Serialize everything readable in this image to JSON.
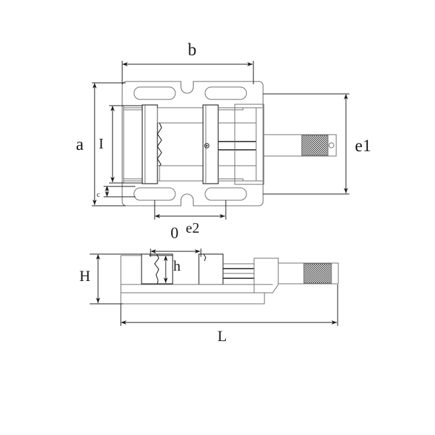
{
  "drawing": {
    "type": "technical-drawing",
    "subject": "machine-vise-drill-press-vice",
    "views": [
      {
        "name": "top-view",
        "description": "Plan view of vise showing base plate with four elongated mounting slots, fixed and movable jaws, lead screw and knurled handle"
      },
      {
        "name": "side-view",
        "description": "Front elevation of vise showing jaw height, body and knurled screw handle"
      }
    ],
    "background_color": "#ffffff",
    "line_color": "#1a1a1a",
    "thin_line_color": "#6e6e6e",
    "hatch_color": "#3a3a3a"
  },
  "dimensions": {
    "b": {
      "label": "b",
      "view": "top-view",
      "meaning": "overall base width",
      "orientation": "horizontal",
      "position": "above-top-view"
    },
    "a": {
      "label": "a",
      "view": "top-view",
      "meaning": "overall base depth",
      "orientation": "vertical",
      "position": "left-of-top-view"
    },
    "I": {
      "label": "I",
      "view": "top-view",
      "meaning": "jaw width",
      "orientation": "vertical",
      "position": "left-inner"
    },
    "c": {
      "label": "c",
      "view": "top-view",
      "meaning": "slot edge offset",
      "orientation": "vertical",
      "position": "left-lower-inner"
    },
    "e1": {
      "label": "e1",
      "view": "top-view",
      "meaning": "slot centre distance across width",
      "orientation": "vertical",
      "position": "right-of-top-view"
    },
    "e2": {
      "label": "e2",
      "view": "top-view",
      "meaning": "slot centre distance along length",
      "orientation": "horizontal",
      "position": "below-top-view"
    },
    "O": {
      "label": "0",
      "view": "side-view",
      "meaning": "maximum jaw opening",
      "orientation": "horizontal",
      "position": "above-side-view"
    },
    "H": {
      "label": "H",
      "view": "side-view",
      "meaning": "overall height",
      "orientation": "vertical",
      "position": "left-of-side-view"
    },
    "h": {
      "label": "h",
      "view": "side-view",
      "meaning": "jaw height",
      "orientation": "vertical",
      "position": "inside-side-view"
    },
    "L": {
      "label": "L",
      "view": "side-view",
      "meaning": "overall length",
      "orientation": "horizontal",
      "position": "below-side-view"
    }
  },
  "features": {
    "mounting_slots_count": 4,
    "knurled_handle": "cross-hatched knurl pattern on screw handle end",
    "handle_hole": "small circular through-hole at handle tip",
    "pivot_pin": "small circle on movable jaw block in top view",
    "break_line": "zigzag break symbol on fixed jaw in both views"
  }
}
